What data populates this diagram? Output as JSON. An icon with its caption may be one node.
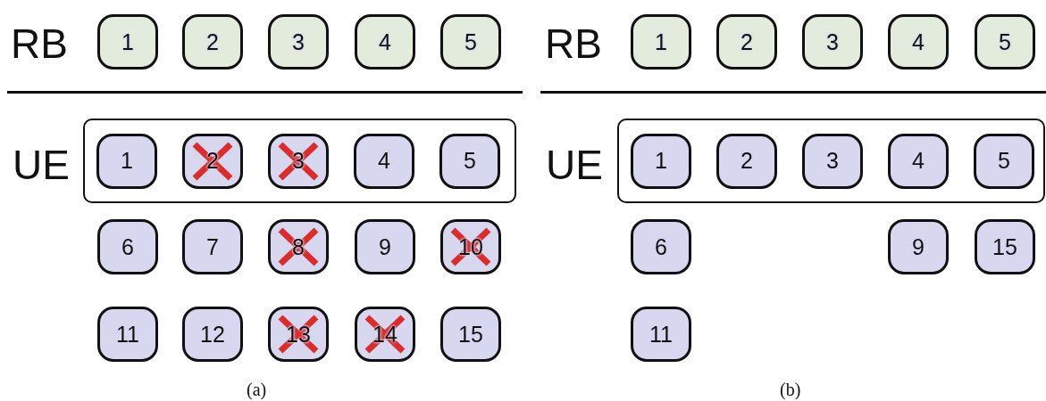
{
  "diagram": {
    "nodes": [
      {
        "text": [
          "1"
        ]
      },
      {
        "text": [
          "2"
        ]
      },
      {
        "text": [
          "3"
        ]
      },
      {
        "text": [
          "4"
        ]
      },
      {
        "text": [
          "5"
        ]
      },
      {
        "text": [],
        "shape": "box"
      },
      {
        "text": [
          "1"
        ],
        "in": 5
      },
      {
        "text": [
          "2"
        ],
        "in": 5
      },
      {
        "text": [
          "3"
        ],
        "in": 5
      },
      {
        "text": [
          "4"
        ],
        "in": 5
      },
      {
        "text": [
          "5"
        ],
        "in": 5
      },
      {
        "text": [
          "6"
        ]
      },
      {
        "text": [
          "7"
        ]
      },
      {
        "text": [
          "8"
        ]
      },
      {
        "text": [
          "9"
        ]
      },
      {
        "text": [
          "10"
        ]
      },
      {
        "text": [
          "11"
        ]
      },
      {
        "text": [
          "12"
        ]
      },
      {
        "text": [
          "13"
        ]
      },
      {
        "text": [
          "14"
        ]
      },
      {
        "text": [
          "15"
        ]
      },
      {
        "text": [
          "1"
        ]
      },
      {
        "text": [
          "2"
        ]
      },
      {
        "text": [
          "3"
        ]
      },
      {
        "text": [
          "4"
        ]
      },
      {
        "text": [
          "5"
        ]
      },
      {
        "text": [],
        "shape": "box"
      },
      {
        "text": [
          "1"
        ],
        "in": 26
      },
      {
        "text": [
          "2"
        ],
        "in": 26
      },
      {
        "text": [
          "3"
        ],
        "in": 26
      },
      {
        "text": [
          "4"
        ],
        "in": 26
      },
      {
        "text": [
          "5"
        ],
        "in": 26
      },
      {
        "text": [
          "6"
        ]
      },
      {
        "text": [
          "9"
        ]
      },
      {
        "text": [
          "15"
        ]
      },
      {
        "text": [
          "11"
        ]
      }
    ],
    "edges": [],
    "labels": [
      "RB",
      "RB",
      "UE",
      "UE",
      "(a)",
      "(b)"
    ]
  }
}
